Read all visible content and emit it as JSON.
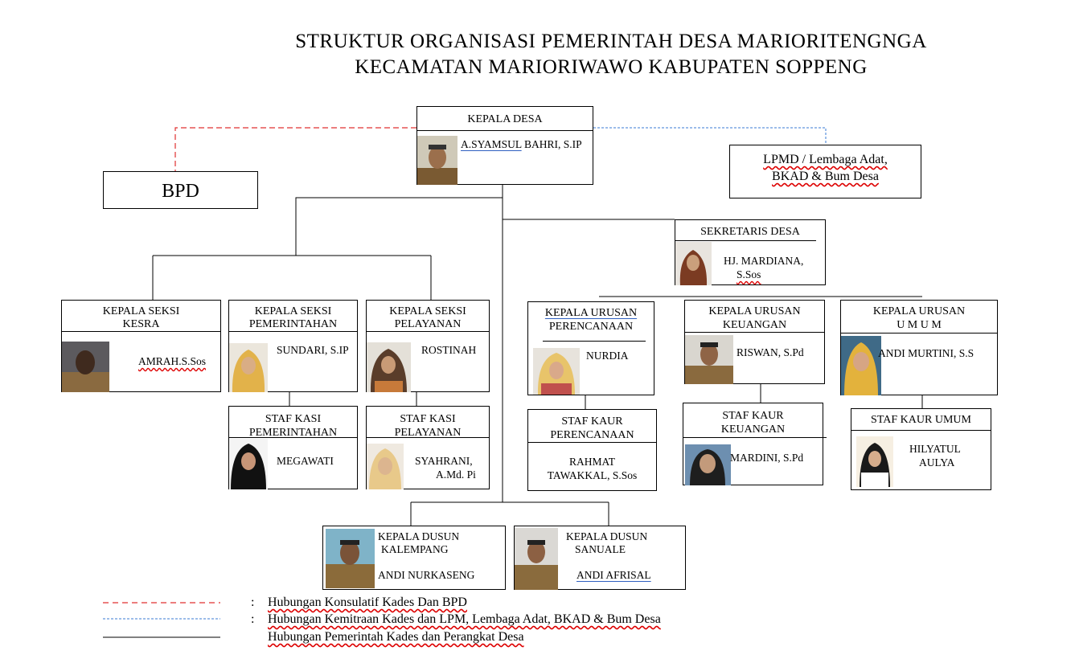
{
  "title": {
    "line1": "STRUKTUR ORGANISASI PEMERINTAH DESA MARIORITENGNGA",
    "line2": "KECAMATAN MARIORIWAWO KABUPATEN SOPPENG"
  },
  "kepala_desa": {
    "role": "KEPALA DESA",
    "name_a": "A.SYAMSUL",
    "name_b": " BAHRI, S.IP"
  },
  "bpd": {
    "label": "BPD"
  },
  "lpmd": {
    "line1": "LPMD / Lembaga Adat,",
    "line2": "BKAD & Bum Desa"
  },
  "sekretaris": {
    "role": "SEKRETARIS DESA",
    "name1": "HJ. MARDIANA,",
    "name2": "S.Sos"
  },
  "seksi": [
    {
      "role1": "KEPALA SEKSI",
      "role2": "KESRA",
      "name": "AMRAH.S.Sos"
    },
    {
      "role1": "KEPALA SEKSI",
      "role2": "PEMERINTAHAN",
      "name": "SUNDARI, S.IP"
    },
    {
      "role1": "KEPALA SEKSI",
      "role2": "PELAYANAN",
      "name": "ROSTINAH"
    }
  ],
  "staf_kasi": [
    {
      "role1": "STAF KASI",
      "role2": "PEMERINTAHAN",
      "name": "MEGAWATI"
    },
    {
      "role1": "STAF KASI",
      "role2": "PELAYANAN",
      "name1": "SYAHRANI,",
      "name2": "A.Md. Pi"
    }
  ],
  "urusan": [
    {
      "role1": "KEPALA  URUSAN",
      "role2": "PERENCANAAN",
      "name": "NURDIA"
    },
    {
      "role1": "KEPALA URUSAN",
      "role2": "KEUANGAN",
      "name": "RISWAN, S.Pd"
    },
    {
      "role1": "KEPALA URUSAN",
      "role2": "U M U M",
      "name": "ANDI MURTINI, S.S"
    }
  ],
  "staf_kaur": [
    {
      "role1": "STAF KAUR",
      "role2": "PERENCANAAN",
      "name1": "RAHMAT",
      "name2": "TAWAKKAL, S.Sos"
    },
    {
      "role1": "STAF KAUR",
      "role2": "KEUANGAN",
      "name": "MARDINI, S.Pd"
    },
    {
      "role1": "STAF KAUR UMUM",
      "name1": "HILYATUL",
      "name2": "AULYA"
    }
  ],
  "dusun": [
    {
      "role1": "KEPALA  DUSUN",
      "role2": "KALEMPANG",
      "name": "ANDI NURKASENG"
    },
    {
      "role1": "KEPALA  DUSUN",
      "role2": "SANUALE",
      "name": "ANDI  AFRISAL"
    }
  ],
  "legend": [
    {
      "colon": ":",
      "text": "Hubungan Konsulatif Kades Dan BPD",
      "color": "#e03030"
    },
    {
      "colon": ":",
      "text": "Hubungan Kemitraan Kades dan LPM, Lembaga Adat, BKAD & Bum Desa",
      "color": "#3a7bd5"
    },
    {
      "colon": "",
      "text": "Hubungan Pemerintah Kades dan Perangkat Desa",
      "color": "#000000"
    }
  ]
}
